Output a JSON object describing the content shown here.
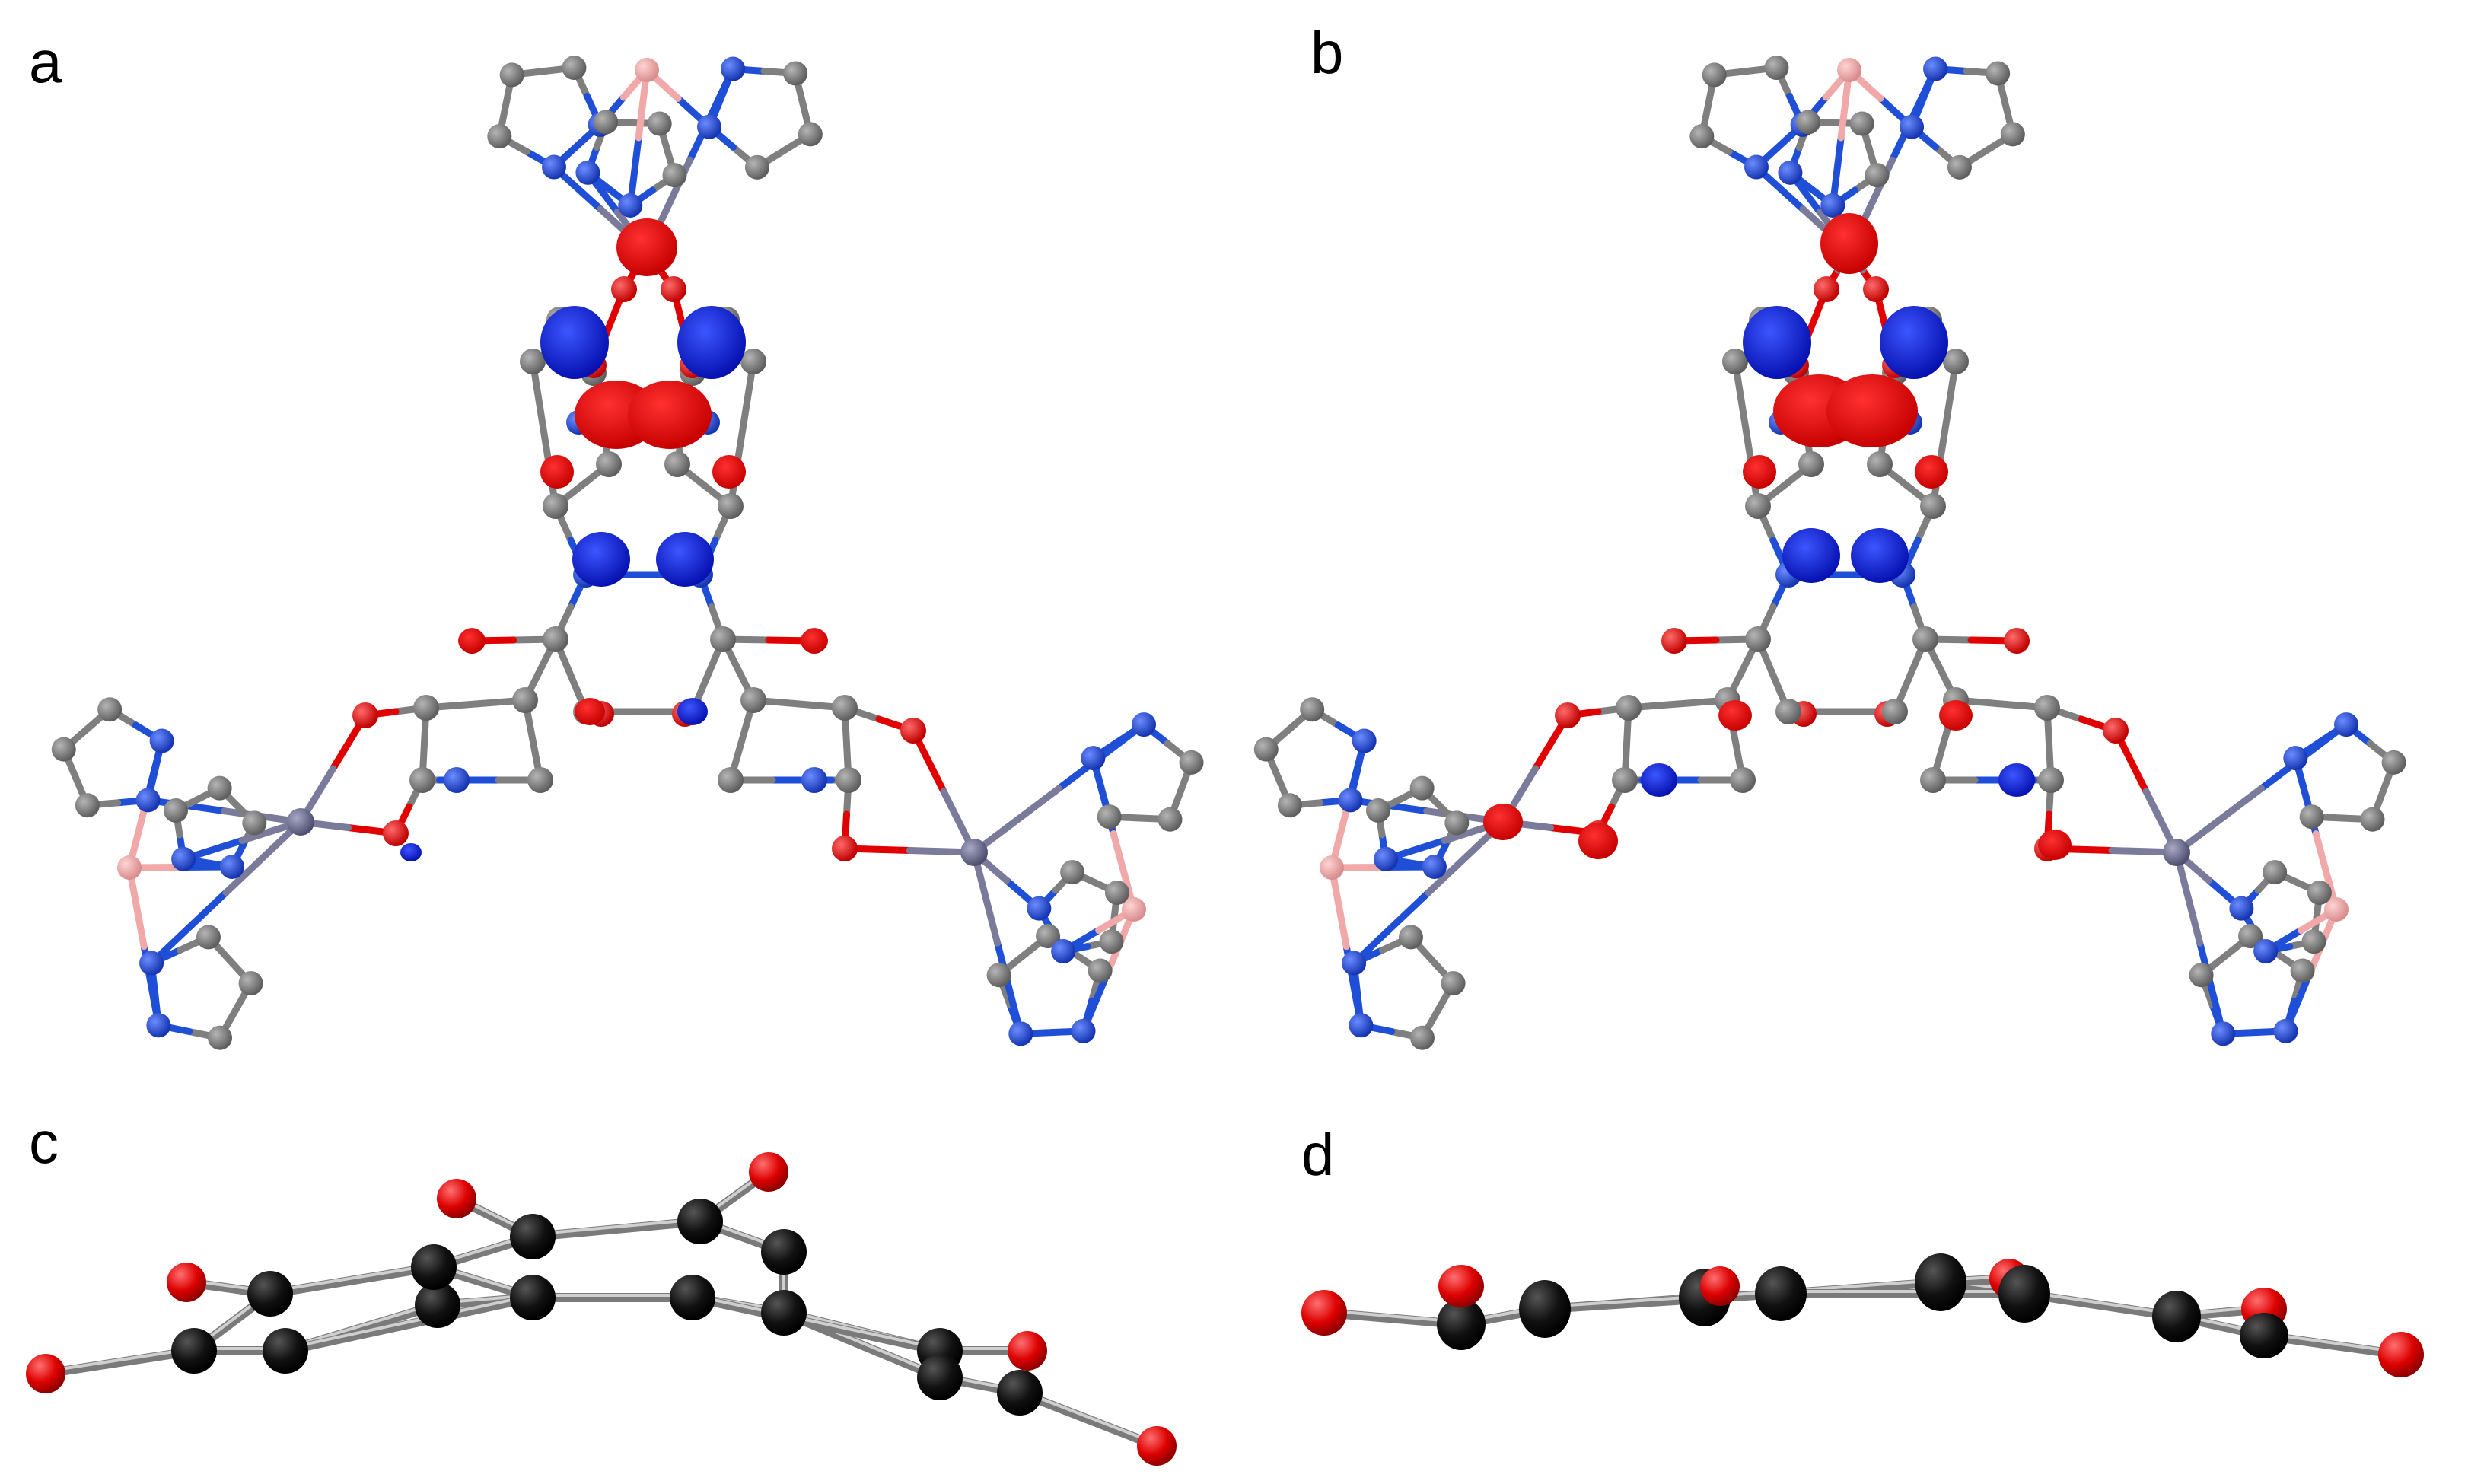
{
  "figure": {
    "panels": [
      {
        "id": "a",
        "label": "a",
        "content": "molecule-top-view"
      },
      {
        "id": "b",
        "label": "b",
        "content": "molecule-top-view"
      },
      {
        "id": "c",
        "label": "c",
        "content": "core-side-view-curved"
      },
      {
        "id": "d",
        "label": "d",
        "content": "core-side-view-flat"
      }
    ]
  },
  "colors": {
    "carbon": "#7f7f7f",
    "nitrogen": "#1f4fd6",
    "oxygen": "#e00000",
    "boron": "#f0a8a8",
    "metal": "#7a7a9a",
    "lobe_positive": "#0a1fd8",
    "lobe_negative": "#f00000",
    "side_carbon": "#111111",
    "side_oxygen": "#e00000",
    "bond_grey": "#8a8a8a"
  }
}
